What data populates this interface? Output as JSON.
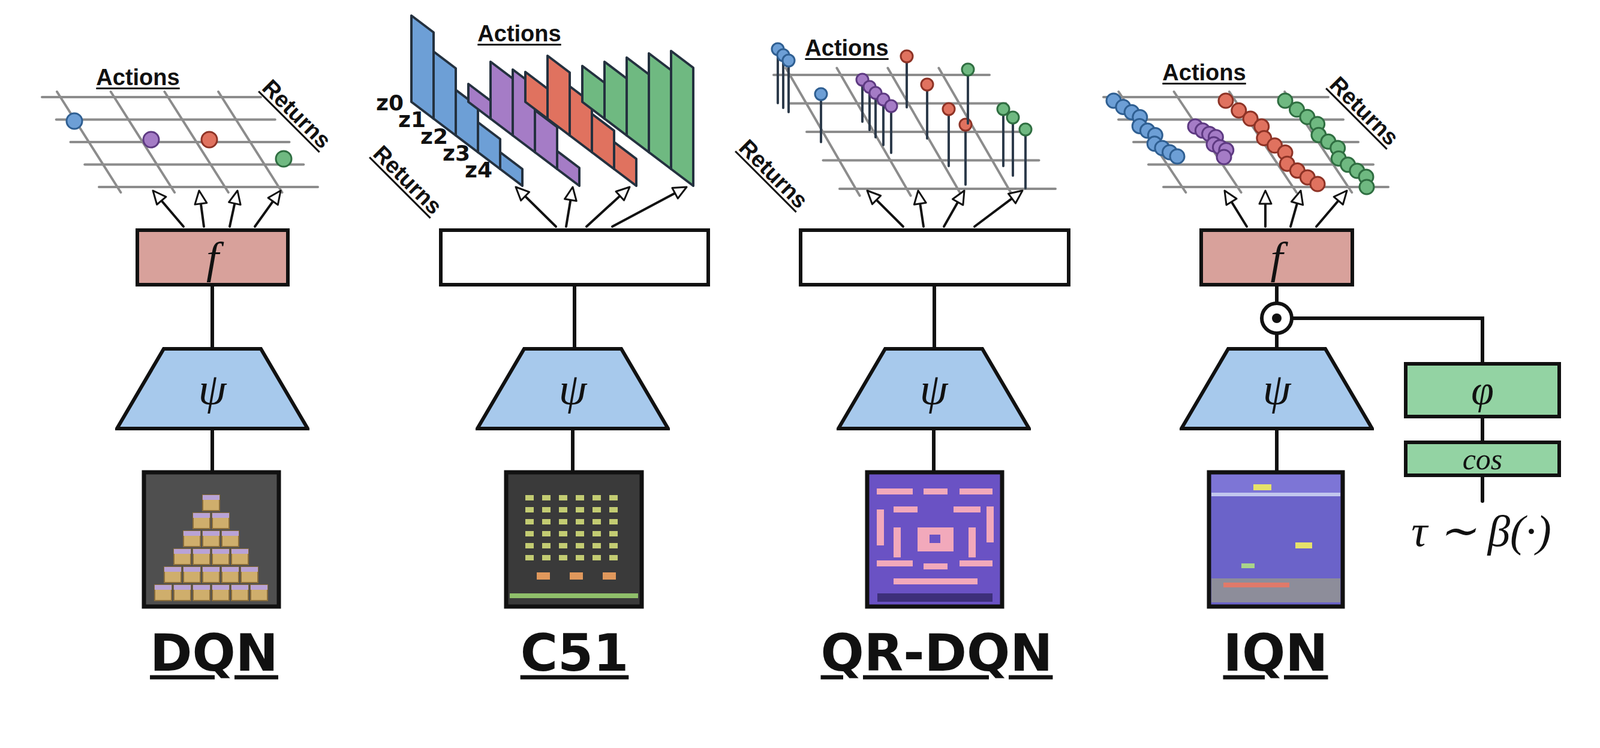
{
  "diagram": {
    "nodes": [
      {
        "text": [
          "f"
        ]
      },
      {
        "text": [
          "ψ"
        ]
      },
      {
        "text": [
          "ψ"
        ]
      },
      {
        "text": [
          "ψ"
        ]
      },
      {
        "text": [
          "f"
        ]
      },
      {
        "text": [
          "ψ"
        ]
      },
      {
        "text": [
          "φ"
        ]
      },
      {
        "text": [
          "cos"
        ]
      }
    ],
    "edges": [
      {
        "from": 1,
        "to": 0,
        "arrow": "none"
      },
      {
        "from": 5,
        "to": 4,
        "arrow": "none"
      },
      {
        "from": 6,
        "to": 4,
        "arrow": "none"
      },
      {
        "from": 7,
        "to": 6,
        "arrow": "none"
      }
    ],
    "labels": [
      "Actions",
      "Returns",
      "Actions",
      "z0",
      "z1",
      "z2",
      "z3",
      "z4",
      "Returns",
      "Actions",
      "Returns",
      "Actions",
      "Returns",
      "τ ∼ β(·)",
      "DQN",
      "C51",
      "QR-DQN",
      "IQN"
    ]
  }
}
